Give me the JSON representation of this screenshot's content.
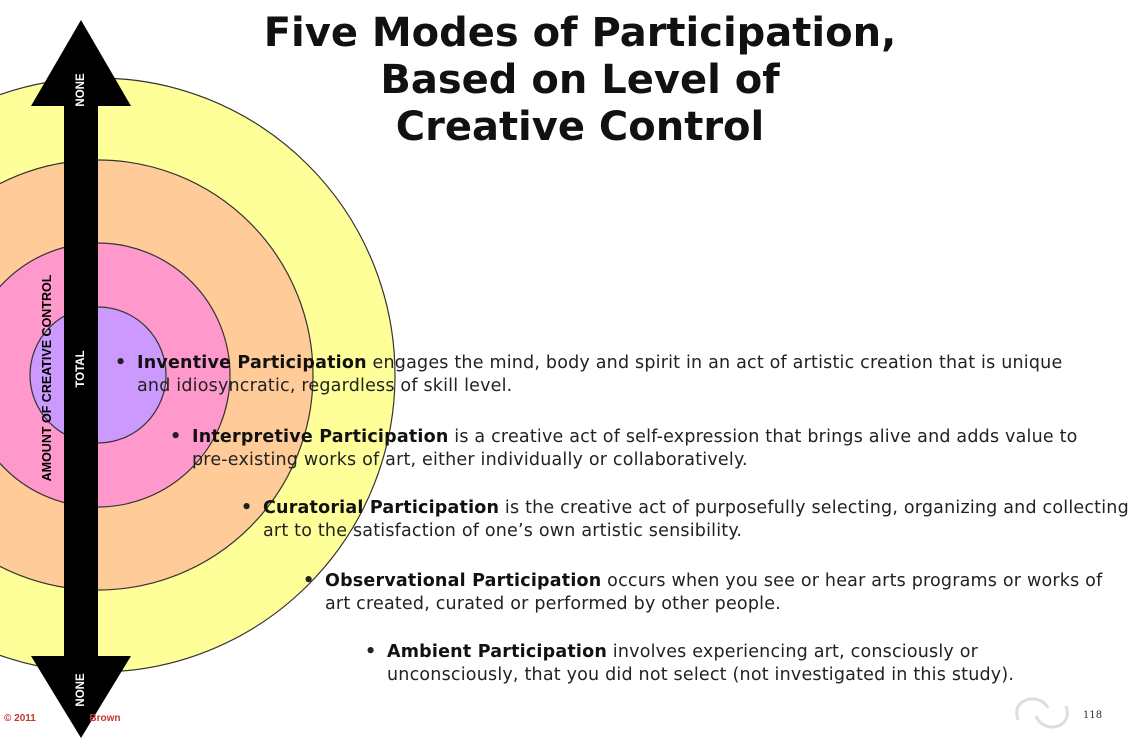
{
  "title": {
    "line1": "Five Modes of Participation,",
    "line2": "Based on Level of",
    "line3": "Creative Control"
  },
  "axis": {
    "label": "AMOUNT OF CREATIVE CONTROL",
    "top": "NONE",
    "middle": "TOTAL",
    "bottom": "NONE"
  },
  "rings": [
    {
      "name": "Inventive",
      "color": "#cc99ff"
    },
    {
      "name": "Interpretive",
      "color": "#ff99cc"
    },
    {
      "name": "Curatorial",
      "color": "#ffcc99"
    },
    {
      "name": "Observational",
      "color": "#ffff99"
    }
  ],
  "bullets": [
    {
      "term": "Inventive Participation",
      "text": " engages the mind, body and spirit in an act of artistic creation that is unique and idiosyncratic, regardless of skill level."
    },
    {
      "term": "Interpretive Participation",
      "text": " is a creative act of self-expression that brings alive and adds value to pre-existing works of art, either individually or collaboratively."
    },
    {
      "term": "Curatorial Participation",
      "text": " is the creative act of purposefully selecting, organizing and collecting art to the satisfaction of one’s own artistic sensibility."
    },
    {
      "term": "Observational Participation",
      "text": " occurs when you see or hear arts programs or works of art created, curated or performed by other people."
    },
    {
      "term": "Ambient Participation",
      "text": " involves experiencing art, consciously or unconsciously, that you did not select (not investigated in this study)."
    }
  ],
  "footer": {
    "copyright": "© 2011",
    "copyright_tail": "Brown",
    "page_number": "118"
  },
  "colors": {
    "arrow": "#000000",
    "axis_text": "#ffffff",
    "copyright": "#c0392b",
    "logo": "#dddddd"
  }
}
